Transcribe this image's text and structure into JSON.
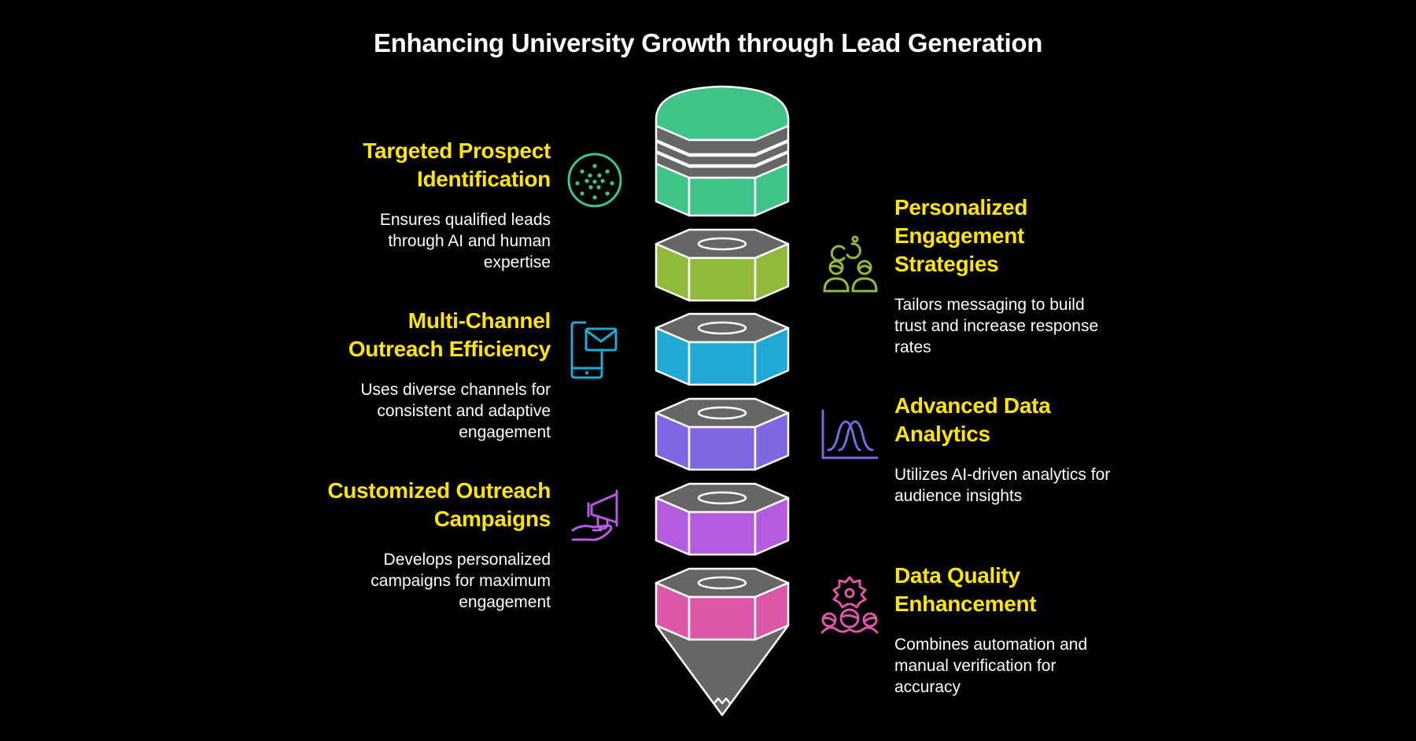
{
  "title": "Enhancing University Growth through Lead Generation",
  "colors": {
    "background": "#000000",
    "heading": "#FFE500",
    "text": "#FFFFFF",
    "outline": "#FFFFFF",
    "cap_gray": "#666666",
    "segment_1": "#3DC486",
    "segment_2": "#92BA3A",
    "segment_3": "#1FAAD6",
    "segment_4": "#7F66E3",
    "segment_5": "#B55BE0",
    "segment_6": "#DC57A8"
  },
  "items": [
    {
      "side": "left",
      "heading": "Targeted Prospect Identification",
      "heading_lines": [
        "Targeted Prospect",
        "Identification"
      ],
      "description": "Ensures qualified leads through AI and human expertise",
      "description_lines": [
        "Ensures qualified leads",
        "through AI and human",
        "expertise"
      ],
      "icon": "dotted-circle-icon",
      "color": "#3DC486"
    },
    {
      "side": "right",
      "heading": "Personalized Engagement Strategies",
      "heading_lines": [
        "Personalized",
        "Engagement",
        "Strategies"
      ],
      "description": "Tailors messaging to build trust and increase response rates",
      "description_lines": [
        "Tailors messaging to build",
        "trust and increase response",
        "rates"
      ],
      "icon": "people-connection-icon",
      "color": "#92BA3A"
    },
    {
      "side": "left",
      "heading": "Multi-Channel Outreach Efficiency",
      "heading_lines": [
        "Multi-Channel",
        "Outreach Efficiency"
      ],
      "description": "Uses diverse channels for consistent and adaptive engagement",
      "description_lines": [
        "Uses diverse channels for",
        "consistent and adaptive",
        "engagement"
      ],
      "icon": "phone-mail-icon",
      "color": "#1FAAD6"
    },
    {
      "side": "right",
      "heading": "Advanced Data Analytics",
      "heading_lines": [
        "Advanced Data",
        "Analytics"
      ],
      "description": "Utilizes AI-driven analytics for audience insights",
      "description_lines": [
        "Utilizes AI-driven analytics for",
        "audience insights"
      ],
      "icon": "distribution-chart-icon",
      "color": "#7F66E3"
    },
    {
      "side": "left",
      "heading": "Customized Outreach Campaigns",
      "heading_lines": [
        "Customized Outreach",
        "Campaigns"
      ],
      "description": "Develops personalized campaigns for maximum engagement",
      "description_lines": [
        "Develops personalized",
        "campaigns for maximum",
        "engagement"
      ],
      "icon": "megaphone-hand-icon",
      "color": "#B55BE0"
    },
    {
      "side": "right",
      "heading": "Data Quality Enhancement",
      "heading_lines": [
        "Data Quality",
        "Enhancement"
      ],
      "description": "Combines automation and manual verification for accuracy",
      "description_lines": [
        "Combines automation and",
        "manual verification for",
        "accuracy"
      ],
      "icon": "gear-team-icon",
      "color": "#DC57A8"
    }
  ]
}
